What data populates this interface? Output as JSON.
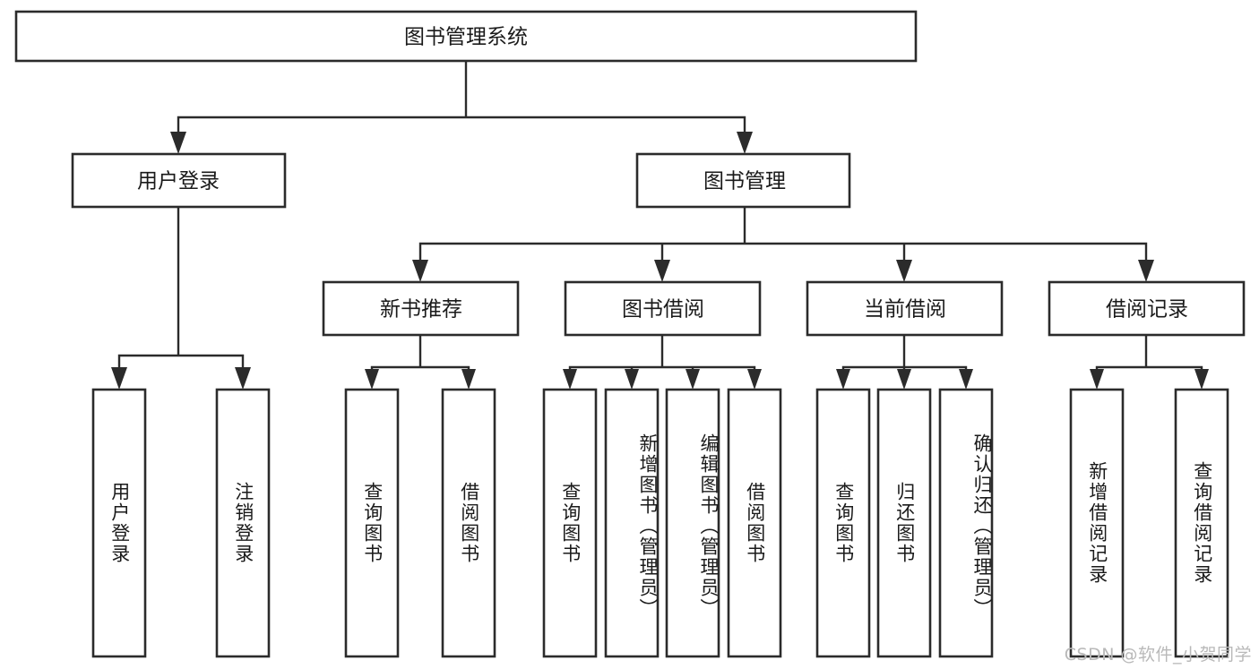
{
  "diagram": {
    "title": "图书管理系统",
    "type": "tree",
    "watermark": "CSDN @软件_小贺同学",
    "root": {
      "label": "图书管理系统"
    },
    "level2": [
      {
        "label": "用户登录"
      },
      {
        "label": "图书管理"
      }
    ],
    "level3": [
      {
        "label": "新书推荐"
      },
      {
        "label": "图书借阅"
      },
      {
        "label": "当前借阅"
      },
      {
        "label": "借阅记录"
      }
    ],
    "leaves": {
      "user_login": [
        {
          "label": "用户登录"
        },
        {
          "label": "注销登录"
        }
      ],
      "new_book_recommend": [
        {
          "label": "查询图书"
        },
        {
          "label": "借阅图书"
        }
      ],
      "book_borrow": [
        {
          "label": "查询图书"
        },
        {
          "label": "新增图书（管理员）"
        },
        {
          "label": "编辑图书（管理员）"
        },
        {
          "label": "借阅图书"
        }
      ],
      "current_borrow": [
        {
          "label": "查询图书"
        },
        {
          "label": "归还图书"
        },
        {
          "label": "确认归还（管理员）"
        }
      ],
      "borrow_record": [
        {
          "label": "新增借阅记录"
        },
        {
          "label": "查询借阅记录"
        }
      ]
    },
    "colors": {
      "stroke": "#2b2b2b",
      "fill": "#ffffff",
      "text": "#1a1a1a",
      "watermark": "#b9b9b9"
    }
  }
}
